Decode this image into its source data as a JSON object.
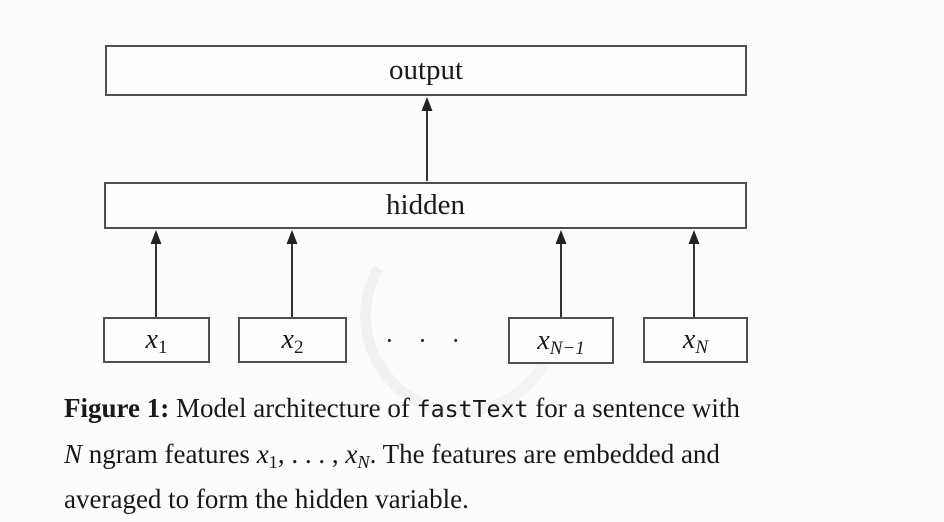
{
  "figure": {
    "nodes": {
      "output": {
        "label": "output"
      },
      "hidden": {
        "label": "hidden"
      },
      "inputs": [
        {
          "base": "x",
          "sub": "1"
        },
        {
          "base": "x",
          "sub": "2"
        },
        {
          "base": "x",
          "sub": "N−1"
        },
        {
          "base": "x",
          "sub": "N"
        }
      ],
      "ellipsis": "· · ·"
    },
    "caption": {
      "line1": [
        {
          "style": "bold",
          "text": "Figure 1:"
        },
        {
          "style": "normal",
          "text": " Model architecture of "
        },
        {
          "style": "mono",
          "text": "fastText"
        },
        {
          "style": "normal",
          "text": " for a sentence with"
        }
      ],
      "line2": [
        {
          "style": "math-italic",
          "text": "N"
        },
        {
          "style": "normal",
          "text": " ngram features "
        },
        {
          "style": "math-italic",
          "text": "x"
        },
        {
          "style": "subscript",
          "text": "1"
        },
        {
          "style": "normal",
          "text": ", . . . , "
        },
        {
          "style": "math-italic",
          "text": "x"
        },
        {
          "style": "subscript-italic",
          "text": "N"
        },
        {
          "style": "normal",
          "text": ". The features are embedded and"
        }
      ],
      "line3": [
        {
          "style": "normal",
          "text": "averaged to form the hidden variable."
        }
      ]
    },
    "colors": {
      "background": "#fcfcfc",
      "box_border": "#4f4f4f",
      "arrow": "#333333",
      "ink": "#161616"
    }
  }
}
